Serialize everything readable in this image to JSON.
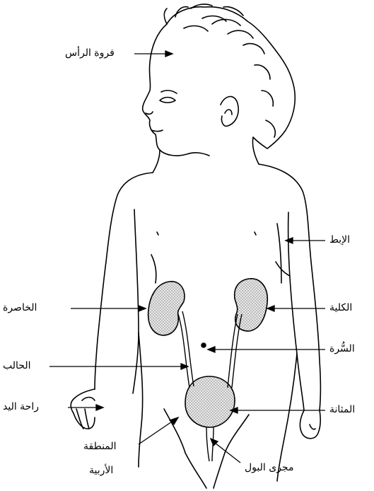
{
  "labels": {
    "scalp": "فروة الرأس",
    "armpit": "الإبط",
    "flank": "الخاصرة",
    "kidney": "الكلية",
    "navel": "السُّرة",
    "ureter": "الحالب",
    "palm": "راحة اليد",
    "bladder": "المثانة",
    "groin_line1": "المنطقة",
    "groin_line2": "الأربية",
    "urethra": "مجرى البول"
  }
}
